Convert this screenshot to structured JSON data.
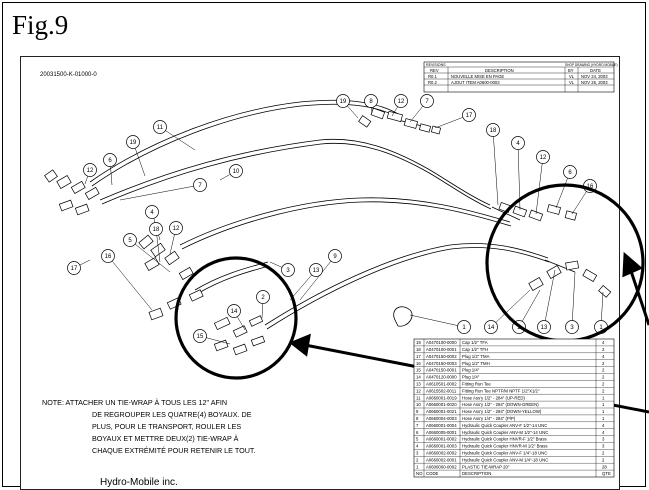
{
  "figure": {
    "title": "Fig.9"
  },
  "doc_number": "20031500-K-01000-0",
  "company": "Hydro-Mobile inc.",
  "revisions": {
    "label": "REVISIONS",
    "shop_label": "SHOP DRAWING (HYDRO MOBILE)",
    "headers": [
      "REV",
      "DESCRIPTION",
      "BY",
      "DATE"
    ],
    "rows": [
      [
        "R0.1",
        "NOUVELLE MISE EN PAGE",
        "VL",
        "NOV 24, 2003"
      ],
      [
        "R0.2",
        "AJOUT ITEM A0600-0003",
        "VL",
        "NOV 26, 2003"
      ]
    ]
  },
  "note": {
    "lines": [
      "NOTE: ATTACHER UN TIE-WRAP À TOUS LES 12\" AFIN",
      "DE REGROUPER LES QUATRE(4) BOYAUX.  DE",
      "PLUS, POUR LE TRANSPORT, ROULER LES",
      "BOYAUX ET METTRE DEUX(2) TIE-WRAP À",
      "CHAQUE EXTRÉMITÉ POUR RETENIR LE TOUT."
    ]
  },
  "callouts": [
    "19",
    "8",
    "12",
    "7",
    "17",
    "11",
    "19",
    "6",
    "12",
    "18",
    "4",
    "12",
    "6",
    "16",
    "7",
    "10",
    "4",
    "12",
    "18",
    "5",
    "16",
    "17",
    "9",
    "3",
    "13",
    "2",
    "14",
    "15",
    "1",
    "14",
    "2",
    "13",
    "3",
    "1"
  ],
  "bom": {
    "rows": [
      [
        "19",
        "A0470100-0000",
        "Cap 1/2\" TFA",
        "4"
      ],
      [
        "18",
        "A0470100-0001",
        "Cap 1/2\" TFH",
        "2"
      ],
      [
        "17",
        "A0470150-0002",
        "Plug 1/2\" TMA",
        "4"
      ],
      [
        "16",
        "A0470150-0003",
        "Plug 1/2\" TMH",
        "2"
      ],
      [
        "15",
        "A0470150-0001",
        "Plug 1/4\"",
        "2"
      ],
      [
        "14",
        "A0470120-0000",
        "Plug 1/4\"",
        "2"
      ],
      [
        "13",
        "A0610501-0002",
        "Fitting Run Tee",
        "2"
      ],
      [
        "12",
        "A0615502-0011",
        "Fitting Run Tee NPTF/M NPTF 1/2\"X1/2\"",
        "2"
      ],
      [
        "11",
        "A0660001-0019",
        "Hose Ass'y 1/2\" - 284\" (UP-RED)",
        "1"
      ],
      [
        "10",
        "A0660001-0020",
        "Hose Ass'y 1/2\" - 284\" (DOWN-GREEN)",
        "1"
      ],
      [
        "9",
        "A0660001-0021",
        "Hose Ass'y 1/2\" - 284\" (DOWN-YELLOW)",
        "1"
      ],
      [
        "8",
        "A0660004-0003",
        "Hose Ass'y 1/4\" - 284\" (P/P)",
        "1"
      ],
      [
        "7",
        "A0660001-0004",
        "Hydraulic Quick Coupler ANV-F 1/2\"-14 UNC",
        "4"
      ],
      [
        "6",
        "A0660005-0001",
        "Hydraulic Quick Coupler ANV-M 1/2\"-14 UNC",
        "4"
      ],
      [
        "5",
        "A0660001-0002",
        "Hydraulic Quick Coupler HNVR-F 1/2\" Brass",
        "3"
      ],
      [
        "4",
        "A0660001-0003",
        "Hydraulic Quick Coupler HNVR-M 1/2\" Brass",
        "3"
      ],
      [
        "3",
        "A0660002-0002",
        "Hydraulic Quick Coupler ANV-F 1/4\"-18 UNC",
        "2"
      ],
      [
        "2",
        "A0660002-0001",
        "Hydraulic Quick Coupler ANV-M 1/4\"-18 UNC",
        "2"
      ],
      [
        "1",
        "A0600000-0002",
        "PLASTIC TIE-WRAP 20\"",
        "28"
      ],
      [
        "NO",
        "CODE",
        "DESCRIPTION",
        "QTE"
      ]
    ]
  }
}
